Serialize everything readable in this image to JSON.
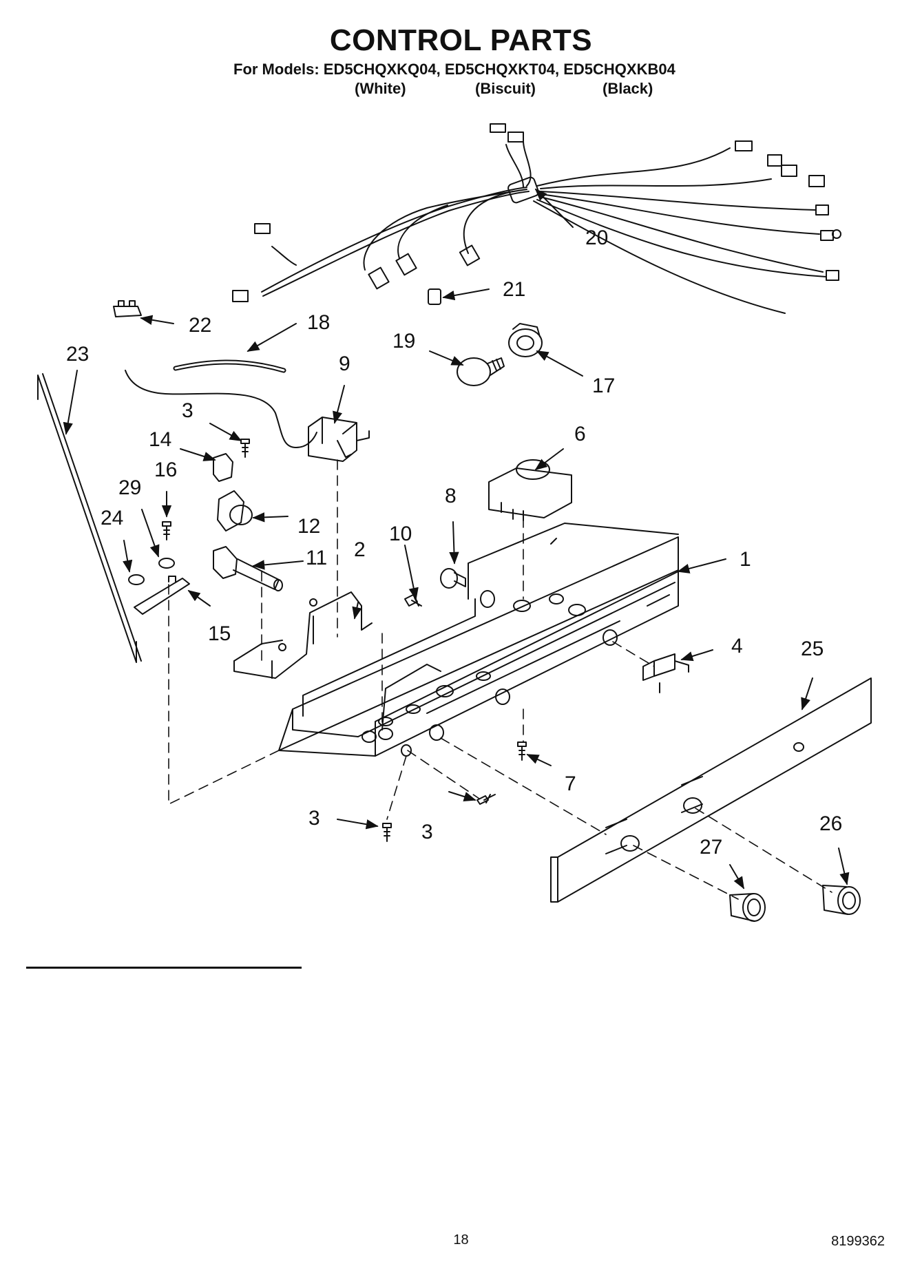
{
  "header": {
    "title": "CONTROL PARTS",
    "models_line": "For Models: ED5CHQXKQ04, ED5CHQXKT04, ED5CHQXKB04",
    "colors": [
      "(White)",
      "(Biscuit)",
      "(Black)"
    ]
  },
  "callouts": [
    {
      "id": "p1",
      "text": "1"
    },
    {
      "id": "p2",
      "text": "2"
    },
    {
      "id": "p3a",
      "text": "3"
    },
    {
      "id": "p3b",
      "text": "3"
    },
    {
      "id": "p3c",
      "text": "3"
    },
    {
      "id": "p4",
      "text": "4"
    },
    {
      "id": "p6",
      "text": "6"
    },
    {
      "id": "p7",
      "text": "7"
    },
    {
      "id": "p8",
      "text": "8"
    },
    {
      "id": "p9",
      "text": "9"
    },
    {
      "id": "p10",
      "text": "10"
    },
    {
      "id": "p11",
      "text": "11"
    },
    {
      "id": "p12",
      "text": "12"
    },
    {
      "id": "p14",
      "text": "14"
    },
    {
      "id": "p15",
      "text": "15"
    },
    {
      "id": "p16",
      "text": "16"
    },
    {
      "id": "p17",
      "text": "17"
    },
    {
      "id": "p18",
      "text": "18"
    },
    {
      "id": "p19",
      "text": "19"
    },
    {
      "id": "p20",
      "text": "20"
    },
    {
      "id": "p21",
      "text": "21"
    },
    {
      "id": "p22",
      "text": "22"
    },
    {
      "id": "p23",
      "text": "23"
    },
    {
      "id": "p24",
      "text": "24"
    },
    {
      "id": "p25",
      "text": "25"
    },
    {
      "id": "p26",
      "text": "26"
    },
    {
      "id": "p27",
      "text": "27"
    },
    {
      "id": "p29",
      "text": "29"
    }
  ],
  "footer": {
    "page_number": "18",
    "doc_number": "8199362"
  }
}
